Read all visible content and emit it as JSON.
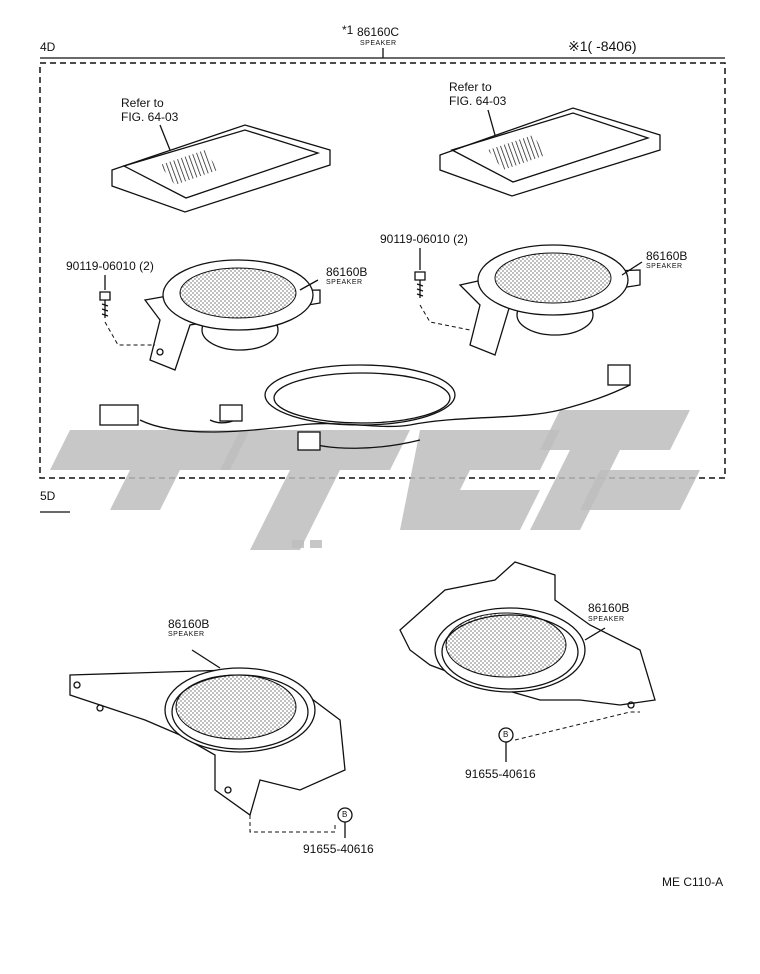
{
  "section_4d": "4D",
  "section_5d": "5D",
  "top_part": {
    "note": "*1",
    "number": "86160C",
    "name": "SPEAKER"
  },
  "applicability_note": "※1(      -8406)",
  "refer_left": {
    "line1": "Refer to",
    "line2": "FIG. 64-03"
  },
  "refer_right": {
    "line1": "Refer to",
    "line2": "FIG. 64-03"
  },
  "screw_left": "90119-06010 (2)",
  "screw_right": "90119-06010 (2)",
  "speaker_left": {
    "number": "86160B",
    "name": "SPEAKER"
  },
  "speaker_right": {
    "number": "86160B",
    "name": "SPEAKER"
  },
  "speaker_5d_left": {
    "number": "86160B",
    "name": "SPEAKER"
  },
  "speaker_5d_right": {
    "number": "86160B",
    "name": "SPEAKER"
  },
  "bolt_marker": "B",
  "bolt_left": "91655-40616",
  "bolt_right": "91655-40616",
  "diagram_code": "ME C110-A",
  "line_color": "#111111",
  "watermark_color": "#bdbdbd"
}
